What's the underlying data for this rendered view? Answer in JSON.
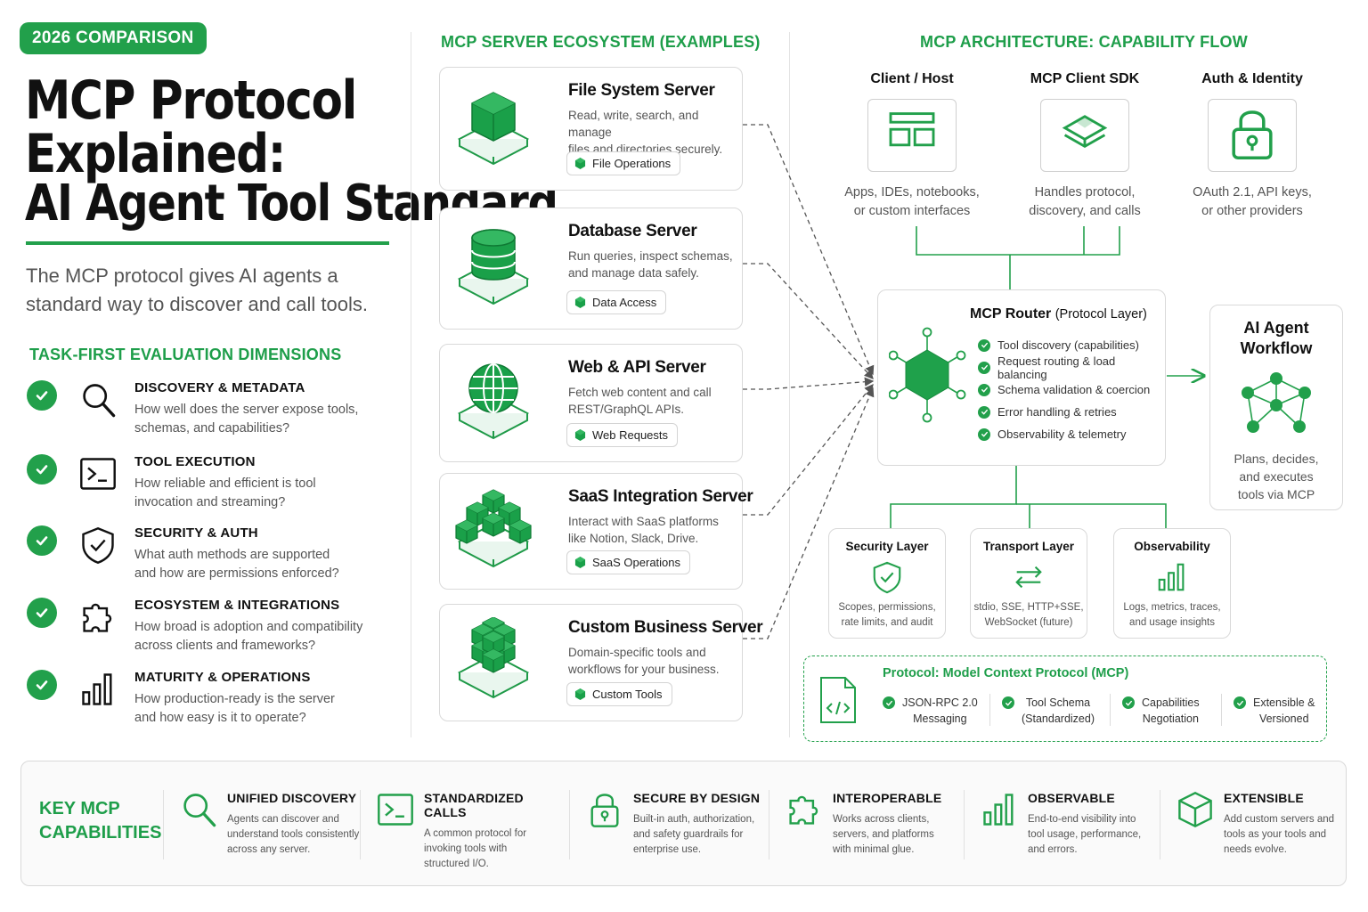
{
  "header": {
    "badge": "2026 COMPARISON",
    "title_line1": "MCP Protocol",
    "title_line2": "Explained:",
    "title_line3": "AI Agent Tool Standard",
    "subtitle_line1": "The MCP protocol gives AI agents a",
    "subtitle_line2": "standard way to discover and call tools."
  },
  "dimensions": {
    "heading": "TASK-FIRST EVALUATION DIMENSIONS",
    "items": [
      {
        "title": "DISCOVERY & METADATA",
        "desc1": "How well does the server expose tools,",
        "desc2": "schemas, and capabilities?",
        "icon": "magnifier-icon"
      },
      {
        "title": "TOOL EXECUTION",
        "desc1": "How reliable and efficient is tool",
        "desc2": "invocation and streaming?",
        "icon": "terminal-icon"
      },
      {
        "title": "SECURITY & AUTH",
        "desc1": "What auth methods are supported",
        "desc2": "and how are permissions enforced?",
        "icon": "shield-icon"
      },
      {
        "title": "ECOSYSTEM & INTEGRATIONS",
        "desc1": "How broad is adoption and compatibility",
        "desc2": "across clients and frameworks?",
        "icon": "puzzle-icon"
      },
      {
        "title": "MATURITY & OPERATIONS",
        "desc1": "How production-ready is the server",
        "desc2": "and how easy is it to operate?",
        "icon": "bar-chart-icon"
      }
    ]
  },
  "ecosystem": {
    "heading": "MCP SERVER ECOSYSTEM (EXAMPLES)",
    "servers": [
      {
        "title": "File System Server",
        "desc1": "Read, write, search, and manage",
        "desc2": "files and directories securely.",
        "chip": "File Operations",
        "icon": "cube-icon"
      },
      {
        "title": "Database Server",
        "desc1": "Run queries, inspect schemas,",
        "desc2": "and manage data safely.",
        "chip": "Data Access",
        "icon": "database-icon"
      },
      {
        "title": "Web & API Server",
        "desc1": "Fetch web content and call",
        "desc2": "REST/GraphQL APIs.",
        "chip": "Web Requests",
        "icon": "globe-icon"
      },
      {
        "title": "SaaS Integration Server",
        "desc1": "Interact with SaaS platforms",
        "desc2": "like Notion, Slack, Drive.",
        "chip": "SaaS Operations",
        "icon": "cubes-cluster-icon"
      },
      {
        "title": "Custom Business Server",
        "desc1": "Domain-specific tools and",
        "desc2": "workflows for your business.",
        "chip": "Custom Tools",
        "icon": "cube-stack-icon"
      }
    ]
  },
  "architecture": {
    "heading": "MCP ARCHITECTURE: CAPABILITY FLOW",
    "columns": [
      {
        "label": "Client / Host",
        "desc1": "Apps, IDEs, notebooks,",
        "desc2": "or custom interfaces",
        "icon": "window-layout-icon"
      },
      {
        "label": "MCP Client SDK",
        "desc1": "Handles protocol,",
        "desc2": "discovery, and calls",
        "icon": "layers-icon"
      },
      {
        "label": "Auth & Identity",
        "desc1": "OAuth 2.1, API keys,",
        "desc2": "or other providers",
        "icon": "lock-icon"
      }
    ],
    "router": {
      "title": "MCP Router",
      "title_suffix": "(Protocol Layer)",
      "features": [
        "Tool discovery (capabilities)",
        "Request routing & load balancing",
        "Schema validation & coercion",
        "Error handling & retries",
        "Observability & telemetry"
      ]
    },
    "agent": {
      "title1": "AI Agent",
      "title2": "Workflow",
      "desc1": "Plans, decides,",
      "desc2": "and executes",
      "desc3": "tools via MCP"
    },
    "layers": [
      {
        "title": "Security Layer",
        "desc1": "Scopes, permissions,",
        "desc2": "rate limits, and audit",
        "icon": "shield-check-icon"
      },
      {
        "title": "Transport Layer",
        "desc1": "stdio, SSE, HTTP+SSE,",
        "desc2": "WebSocket (future)",
        "icon": "arrows-exchange-icon"
      },
      {
        "title": "Observability",
        "desc1": "Logs, metrics, traces,",
        "desc2": "and usage insights",
        "icon": "bar-chart-icon"
      }
    ],
    "protocol": {
      "title": "Protocol: Model Context Protocol (MCP)",
      "items": [
        {
          "l1": "JSON-RPC 2.0",
          "l2": "Messaging"
        },
        {
          "l1": "Tool Schema",
          "l2": "(Standardized)"
        },
        {
          "l1": "Capabilities",
          "l2": "Negotiation"
        },
        {
          "l1": "Extensible &",
          "l2": "Versioned"
        }
      ]
    }
  },
  "capabilities": {
    "heading1": "KEY MCP",
    "heading2": "CAPABILITIES",
    "items": [
      {
        "title": "UNIFIED DISCOVERY",
        "d1": "Agents can discover and",
        "d2": "understand tools consistently",
        "d3": "across any server.",
        "icon": "magnifier-icon"
      },
      {
        "title": "STANDARDIZED CALLS",
        "d1": "A common protocol for",
        "d2": "invoking tools with",
        "d3": "structured I/O.",
        "icon": "terminal-icon"
      },
      {
        "title": "SECURE BY DESIGN",
        "d1": "Built-in auth, authorization,",
        "d2": "and safety guardrails for",
        "d3": "enterprise use.",
        "icon": "lock-icon"
      },
      {
        "title": "INTEROPERABLE",
        "d1": "Works across clients,",
        "d2": "servers, and platforms",
        "d3": "with minimal glue.",
        "icon": "puzzle-icon"
      },
      {
        "title": "OBSERVABLE",
        "d1": "End-to-end visibility into",
        "d2": "tool usage, performance,",
        "d3": "and errors.",
        "icon": "bar-chart-icon"
      },
      {
        "title": "EXTENSIBLE",
        "d1": "Add custom servers and",
        "d2": "tools as your tools and",
        "d3": "needs evolve.",
        "icon": "box-icon"
      }
    ]
  },
  "colors": {
    "accent": "#22a04b",
    "accent_dark": "#1e9e4a",
    "text": "#111111",
    "muted": "#555555"
  }
}
